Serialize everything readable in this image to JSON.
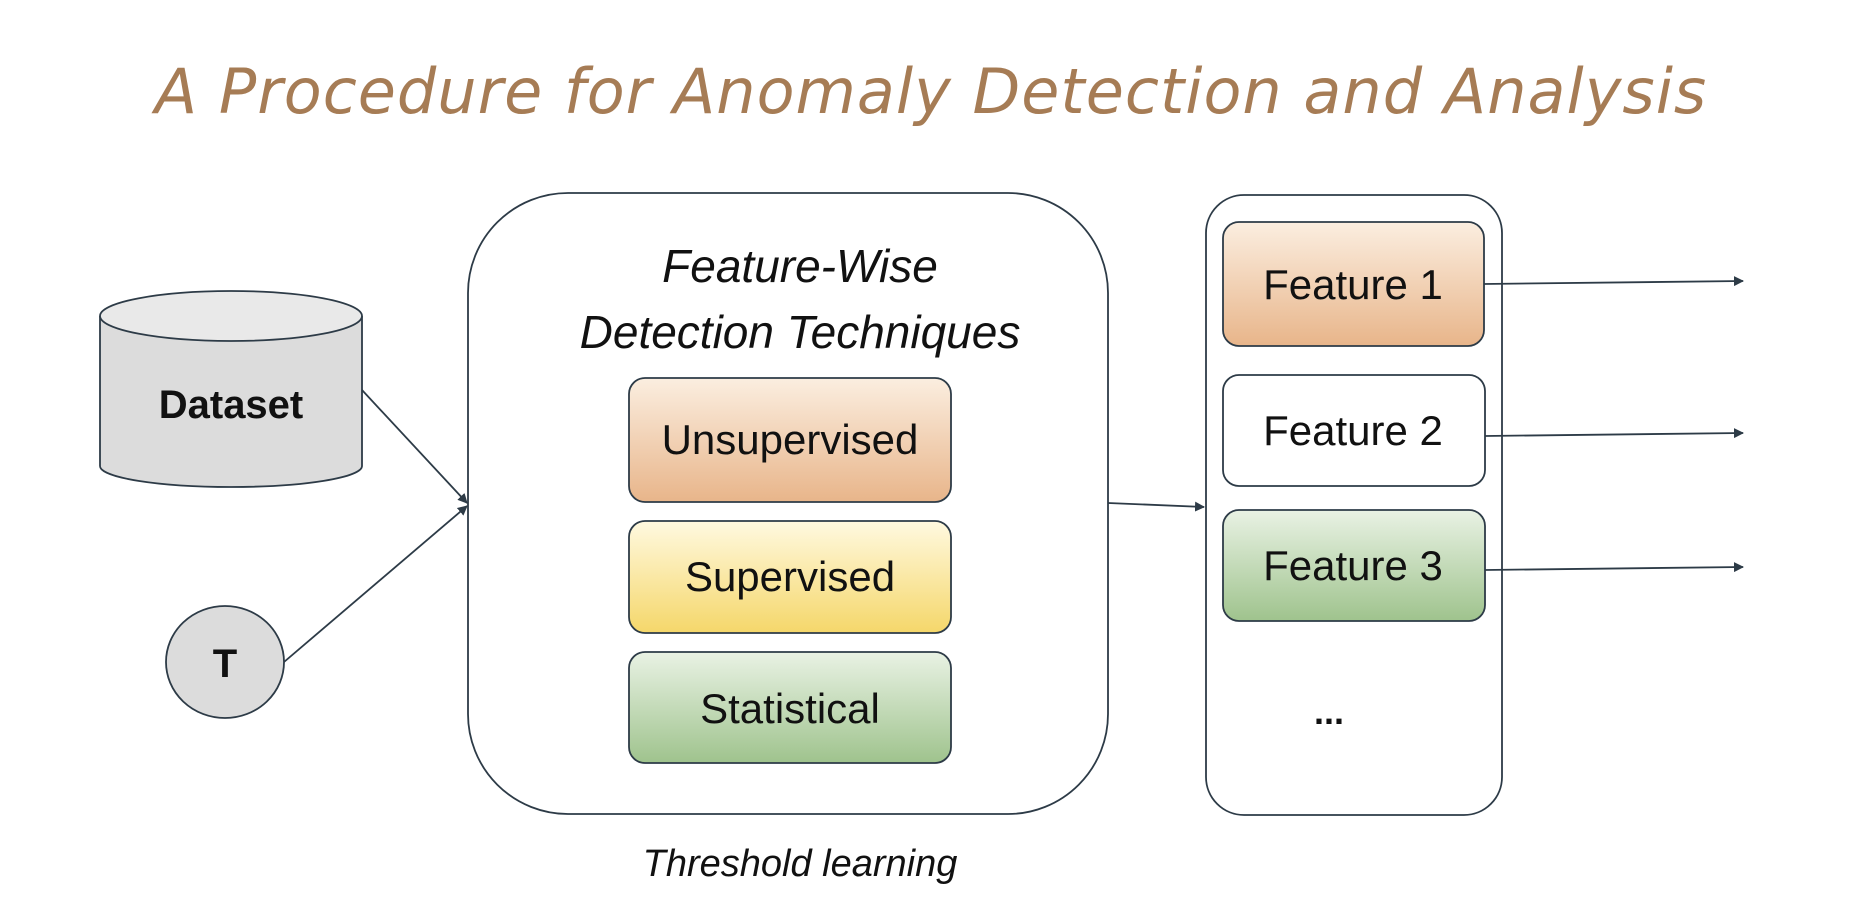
{
  "title": "A Procedure for Anomaly Detection and Analysis",
  "colors": {
    "title": "#a67c55",
    "stroke": "#2d3b47",
    "unsupervised": [
      "#fbeee0",
      "#e8b58a"
    ],
    "supervised": [
      "#fff9e0",
      "#f5d76a"
    ],
    "statistical": [
      "#e9f2e4",
      "#9fc38d"
    ],
    "node_gray": "#dcdcdc",
    "node_gray_top": "#e9e9e9"
  },
  "nodes": {
    "dataset": "Dataset",
    "t": "T",
    "detection_title_line1": "Feature-Wise",
    "detection_title_line2": "Detection Techniques",
    "unsupervised": "Unsupervised",
    "supervised": "Supervised",
    "statistical": "Statistical",
    "threshold": "Threshold learning",
    "feature1": "Feature 1",
    "feature2": "Feature 2",
    "feature3": "Feature 3",
    "ellipsis": "..."
  }
}
